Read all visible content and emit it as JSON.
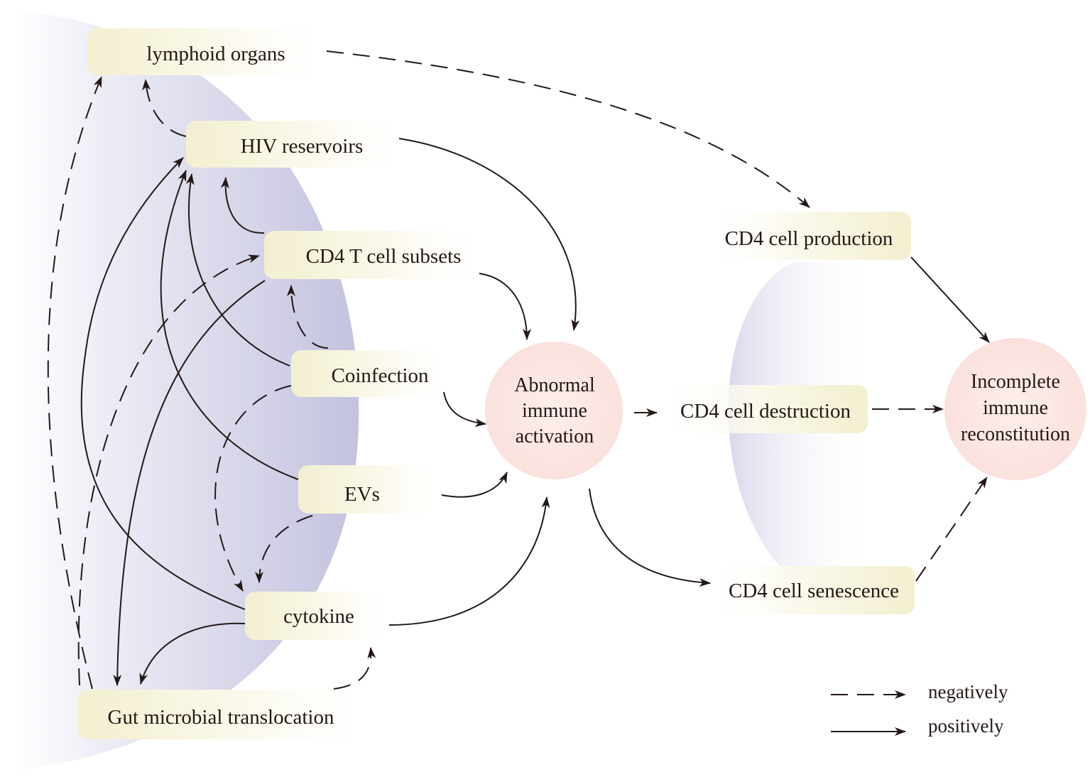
{
  "nodes": {
    "lymphoid_organs": "lymphoid organs",
    "hiv_reservoirs": "HIV reservoirs",
    "cd4_t_cell_subsets": "CD4 T cell subsets",
    "coinfection": "Coinfection",
    "evs": "EVs",
    "cytokine": "cytokine",
    "gut_microbial_translocation": "Gut microbial translocation",
    "cd4_cell_production": "CD4 cell production",
    "cd4_cell_destruction": "CD4 cell destruction",
    "cd4_cell_senescence": "CD4 cell senescence"
  },
  "circles": {
    "abnormal_immune_activation": [
      "Abnormal",
      "immune",
      "activation"
    ],
    "incomplete_immune_reconstitution": [
      "Incomplete",
      "immune",
      "reconstitution"
    ]
  },
  "legend": {
    "negatively": "negatively",
    "positively": "positively"
  },
  "colors": {
    "node_fill": "#f7f4de",
    "circle_fill": "#fbe6e3",
    "region_fill": "#c5c4e0",
    "line": "#231815"
  }
}
